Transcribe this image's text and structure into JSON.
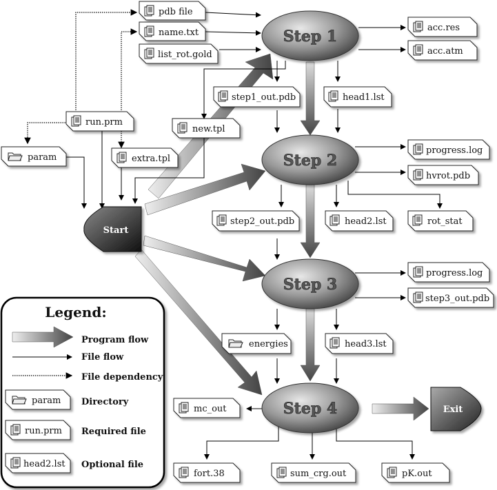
{
  "steps": {
    "step1": "Step 1",
    "step2": "Step 2",
    "step3": "Step 3",
    "step4": "Step 4",
    "start": "Start",
    "exit": "Exit"
  },
  "files": {
    "pdb_file": "pdb file",
    "name_txt": "name.txt",
    "list_rot_gold": "list_rot.gold",
    "acc_res": "acc.res",
    "acc_atm": "acc.atm",
    "step1_out": "step1_out.pdb",
    "head1": "head1.lst",
    "run_prm": "run.prm",
    "new_tpl": "new.tpl",
    "param": "param",
    "extra_tpl": "extra.tpl",
    "progress_log_2": "progress.log",
    "hvrot": "hvrot.pdb",
    "step2_out": "step2_out.pdb",
    "head2": "head2.lst",
    "rot_stat": "rot_stat",
    "progress_log_3": "progress.log",
    "step3_out": "step3_out.pdb",
    "energies": "energies",
    "head3": "head3.lst",
    "mc_out": "mc_out",
    "fort38": "fort.38",
    "sum_crg": "sum_crg.out",
    "pk_out": "pK.out"
  },
  "legend": {
    "title": "Legend:",
    "program_flow": "Program flow",
    "file_flow": "File flow",
    "file_dependency": "File dependency",
    "directory": "Directory",
    "required_file": "Required file",
    "optional_file": "Optional file",
    "dir_example": "param",
    "req_example": "run.prm",
    "opt_example": "head2.lst"
  },
  "colors": {
    "arrow": "#555555",
    "step_fill": "#9a9a9a",
    "box_stroke": "#222222"
  }
}
